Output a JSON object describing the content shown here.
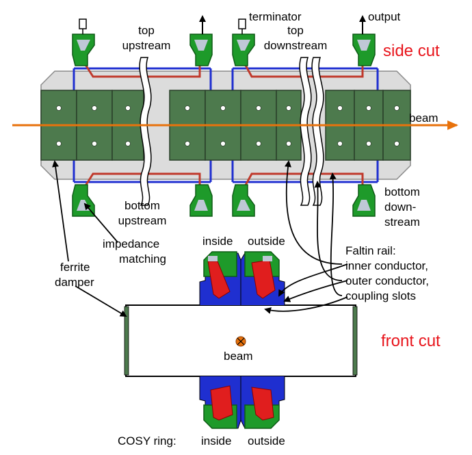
{
  "labels": {
    "side_cut": "side cut",
    "front_cut": "front cut",
    "beam_side": "beam",
    "beam_front": "beam",
    "top_upstream_1": "top",
    "top_upstream_2": "upstream",
    "terminator": "terminator",
    "top_downstream_1": "top",
    "top_downstream_2": "downstream",
    "output": "output",
    "bottom_upstream_1": "bottom",
    "bottom_upstream_2": "upstream",
    "bottom_downstream_1": "bottom",
    "bottom_downstream_2": "down-",
    "bottom_downstream_3": "stream",
    "impedance_1": "impedance",
    "impedance_2": "matching",
    "ferrite_1": "ferrite",
    "ferrite_2": "damper",
    "inside_top": "inside",
    "outside_top": "outside",
    "faltin_1": "Faltin rail:",
    "faltin_2": "inner conductor,",
    "faltin_3": "outer conductor,",
    "faltin_4": "coupling slots",
    "cosy_ring": "COSY ring:",
    "inside_bottom": "inside",
    "outside_bottom": "outside"
  },
  "colors": {
    "ferrite": "#4d7a4d",
    "ferrite_edge": "#2a3f2a",
    "vacuum": "#dcdcdc",
    "faltin_outer": "#1f2fd0",
    "faltin_inner": "#c0392b",
    "housing": "#1e9a2a",
    "connector": "#e01e1e",
    "beam": "#e8720c",
    "accent_red": "#e8141b"
  }
}
